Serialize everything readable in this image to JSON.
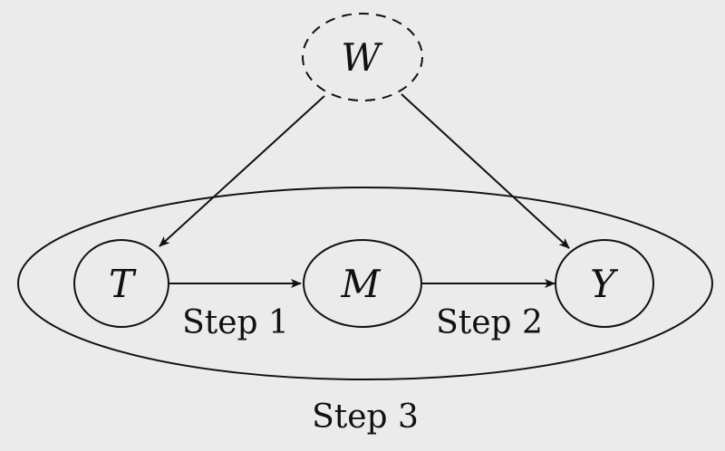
{
  "nodes": {
    "w": {
      "label": "W",
      "style": "dashed",
      "color": "#111111"
    },
    "t": {
      "label": "T",
      "style": "solid",
      "color": "#111111"
    },
    "m": {
      "label": "M",
      "style": "solid",
      "color": "#111111"
    },
    "y": {
      "label": "Y",
      "style": "solid",
      "color": "#111111"
    }
  },
  "edges": [
    {
      "from": "W",
      "to": "T"
    },
    {
      "from": "W",
      "to": "Y"
    },
    {
      "from": "T",
      "to": "M",
      "label": "Step 1"
    },
    {
      "from": "M",
      "to": "Y",
      "label": "Step 2"
    }
  ],
  "labels": {
    "step1": "Step 1",
    "step2": "Step 2",
    "step3": "Step 3"
  },
  "background": "#ebebeb"
}
